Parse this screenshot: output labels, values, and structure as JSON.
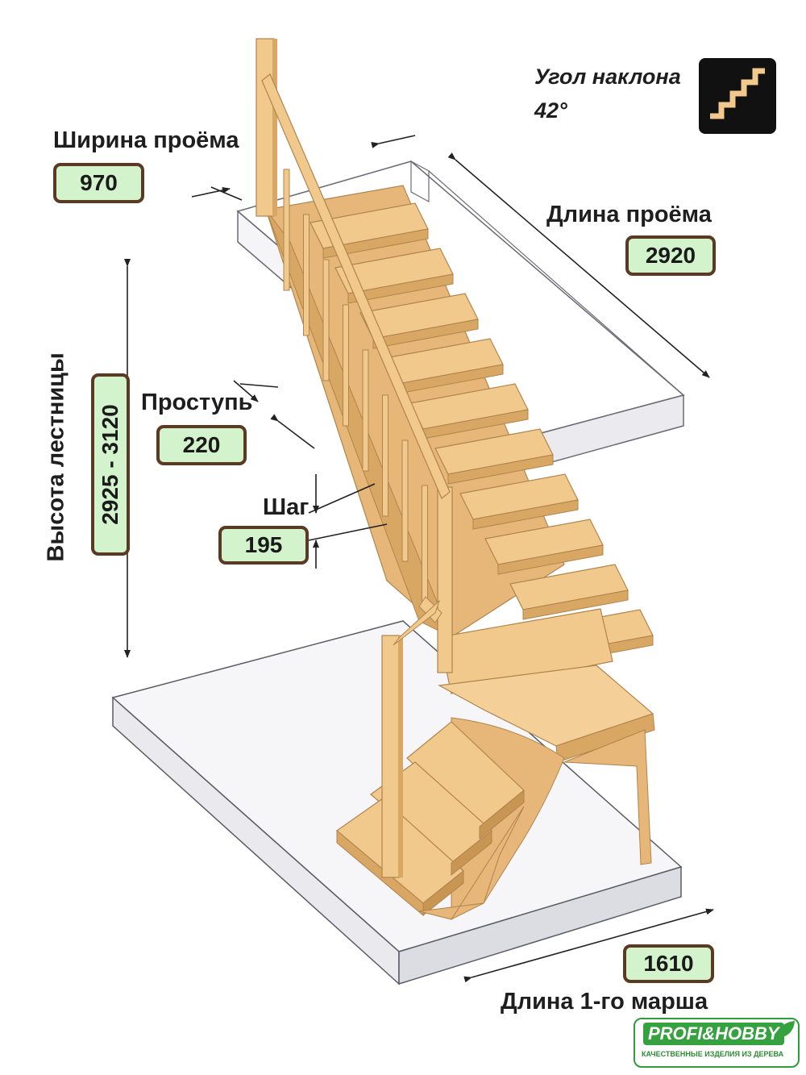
{
  "labels": {
    "opening_width": "Ширина проёма",
    "opening_length": "Длина проёма",
    "tread": "Проступь",
    "step": "Шаг",
    "stair_height": "Высота лестницы",
    "first_flight_length": "Длина 1-го марша",
    "slope_angle_title": "Угол наклона",
    "slope_angle_value": "42°"
  },
  "values": {
    "opening_width": "970",
    "opening_length": "2920",
    "tread": "220",
    "step": "195",
    "stair_height": "2925 - 3120",
    "first_flight_length": "1610"
  },
  "icons": {
    "slope": "stairs-icon",
    "logo": "leaf-icon"
  },
  "logo": {
    "name": "PROFI&HOBBY",
    "tagline": "КАЧЕСТВЕННЫЕ ИЗДЕЛИЯ ИЗ ДЕРЕВА"
  },
  "colors": {
    "wood": "#f2c98d",
    "wood_dark": "#d9a764",
    "badge_fill": "#d3f3cd",
    "badge_border": "#5b3a24",
    "brand_green": "#36a13f"
  }
}
